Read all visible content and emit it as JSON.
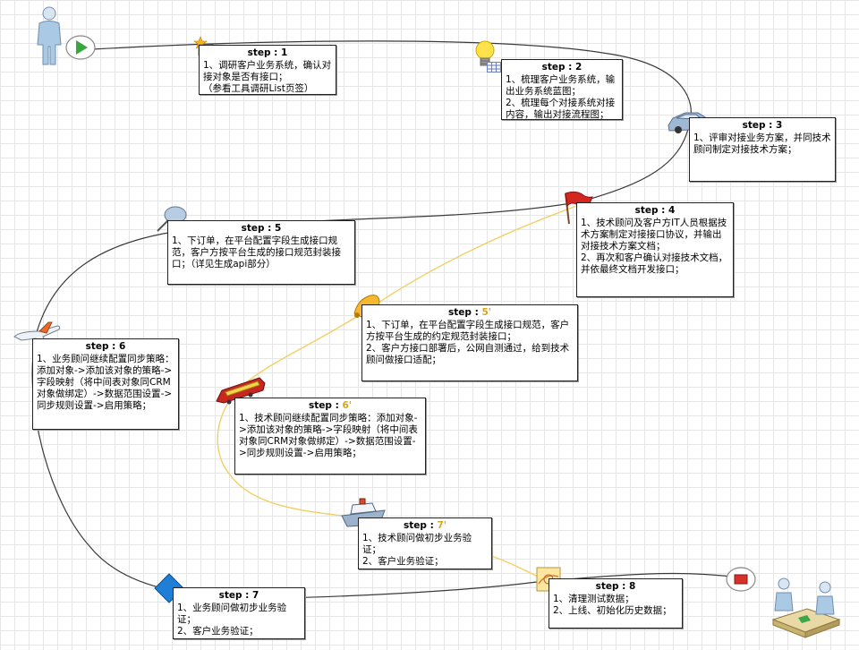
{
  "steps": [
    {
      "id": "1",
      "title_prefix": "step : ",
      "title_num": "1",
      "lines": [
        "1、调研客户业务系统，确认对接对象是否有接口；",
        "（参看工具调研List页签）"
      ]
    },
    {
      "id": "2",
      "title_prefix": "step : ",
      "title_num": "2",
      "lines": [
        "1、梳理客户业务系统，输出业务系统蓝图；",
        "2、梳理每个对接系统对接内容，输出对接流程图；"
      ]
    },
    {
      "id": "3",
      "title_prefix": "step : ",
      "title_num": "3",
      "lines": [
        "1、评审对接业务方案，并同技术顾问制定对接技术方案；"
      ]
    },
    {
      "id": "4",
      "title_prefix": "step : ",
      "title_num": "4",
      "lines": [
        "1、技术顾问及客户方IT人员根据技术方案制定对接接口协议，并输出对接技术方案文档；",
        "2、再次和客户确认对接技术文档，并依最终文档开发接口；"
      ]
    },
    {
      "id": "5",
      "title_prefix": "step : ",
      "title_num": "5",
      "lines": [
        "1、下订单，在平台配置字段生成接口规范，客户方按平台生成的接口规范封装接口；（详见生成api部分）"
      ]
    },
    {
      "id": "5p",
      "title_prefix": "step : ",
      "title_num": "5'",
      "lines": [
        "1、下订单，在平台配置字段生成接口规范，客户方按平台生成的约定规范封装接口；",
        "2、客户方接口部署后，公网自测通过，给到技术顾问做接口适配；"
      ]
    },
    {
      "id": "6",
      "title_prefix": "step : ",
      "title_num": "6",
      "lines": [
        "1、业务顾问继续配置同步策略：添加对象->添加该对象的策略->字段映射（将中间表对象同CRM对象做绑定）->数据范围设置->同步规则设置->启用策略；"
      ]
    },
    {
      "id": "6p",
      "title_prefix": "step : ",
      "title_num": "6'",
      "lines": [
        "1、技术顾问继续配置同步策略：添加对象->添加该对象的策略->字段映射（将中间表对象同CRM对象做绑定）->数据范围设置->同步规则设置->启用策略；"
      ]
    },
    {
      "id": "7p",
      "title_prefix": "step : ",
      "title_num": "7'",
      "lines": [
        "1、技术顾问做初步业务验证；",
        "2、客户业务验证；"
      ]
    },
    {
      "id": "7",
      "title_prefix": "step : ",
      "title_num": "7",
      "lines": [
        "1、业务顾问做初步业务验证；",
        "2、客户业务验证；"
      ]
    },
    {
      "id": "8",
      "title_prefix": "step : ",
      "title_num": "8",
      "lines": [
        "1、清理测试数据；",
        "2、上线、初始化历史数据；"
      ]
    }
  ],
  "icons": {
    "start_person": "person-icon",
    "start": "play-icon",
    "step1": "star-icon",
    "step2": "lightbulb-icon",
    "step3": "car-icon",
    "step4": "flag-icon",
    "step5": "pushpin-icon",
    "step5p": "bell-icon",
    "step6": "airplane-icon",
    "step6p": "train-icon",
    "step7p": "ship-icon",
    "step7": "diamond-icon",
    "step8": "map-icon",
    "end": "stop-icon",
    "end_meeting": "meeting-icon"
  },
  "colors": {
    "main_path": "#3a3a3a",
    "alt_path": "#f2cf66",
    "alt_title": "#d6a51a",
    "grid": "#e6e6e6"
  }
}
